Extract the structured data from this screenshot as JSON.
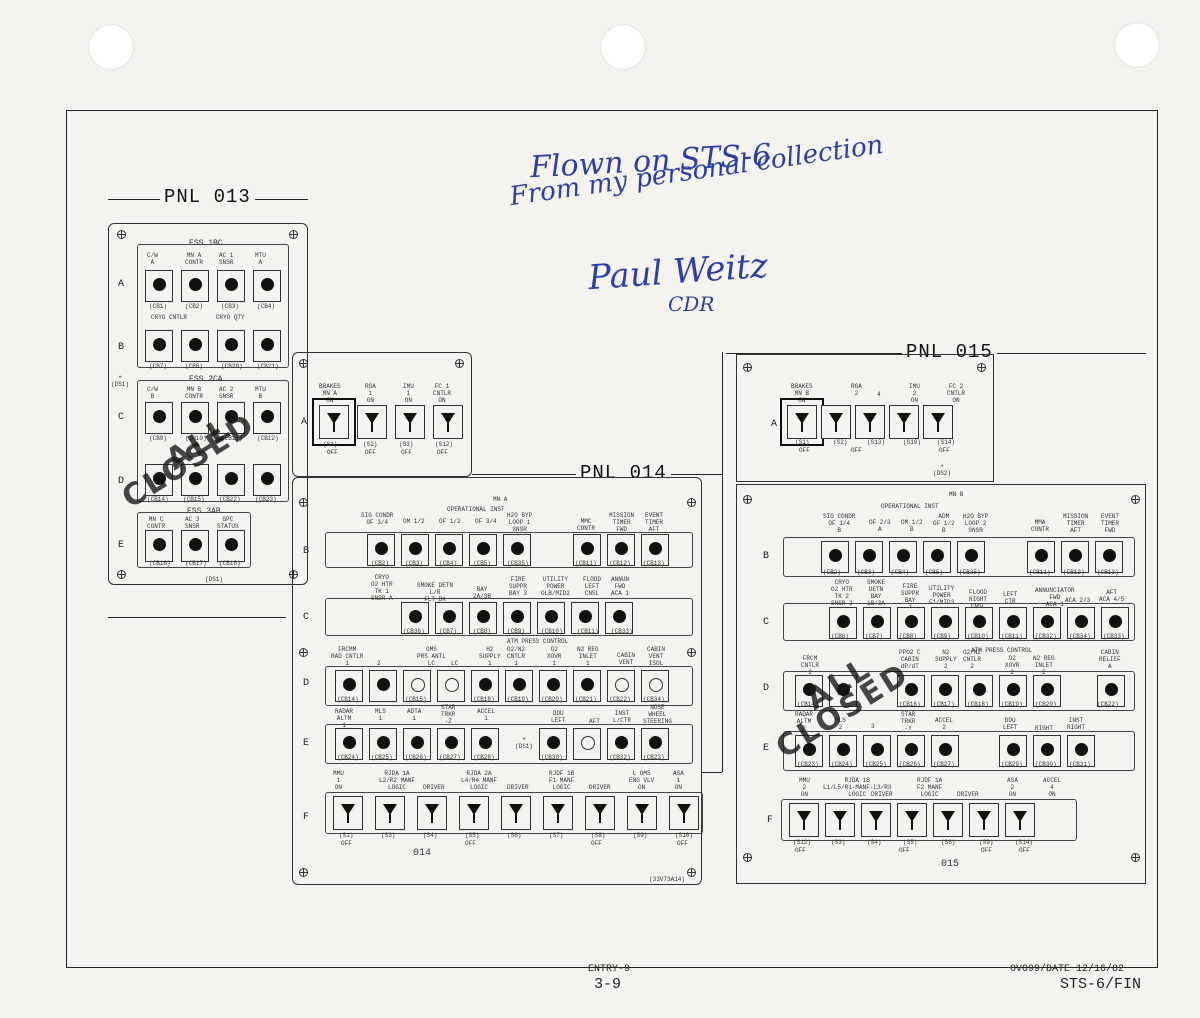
{
  "document": {
    "footer_center_top": "ENTRY-9",
    "footer_center_bottom": "3-9",
    "footer_right_top": "OV099/DATE 12/16/82",
    "footer_right_bottom": "STS-6/FIN"
  },
  "inscription": {
    "line1": "Flown on STS-6",
    "line2": "From my personal collection",
    "signature": "Paul Weitz",
    "title": "CDR",
    "ink_color": "#2d3fa6"
  },
  "stamps": {
    "left_line1": "ALL",
    "left_line2": "CLOSED",
    "right_line1": "ALL",
    "right_line2": "CLOSED"
  },
  "panel013": {
    "title": "PNL 013",
    "groups": {
      "ess1bc": "ESS 1BC",
      "ess2ca": "ESS 2CA",
      "ess3ab": "ESS 3AB"
    },
    "rows": [
      "A",
      "B",
      "C",
      "D",
      "E"
    ],
    "row_a_labels": [
      "C/W\nA",
      "MN A\nCONTR",
      "AC 1\nSNSR",
      "MTU\nA"
    ],
    "row_a_ids": [
      "(CB1)",
      "(CB2)",
      "(CB3)",
      "(CB4)"
    ],
    "row_b_header": "CRYO CNTLR        CRYO QTY",
    "row_b_ids": [
      "(CB7)",
      "(CB8)",
      "(CB20)",
      "(CB21)"
    ],
    "row_c_labels": [
      "C/W\nB",
      "MN B\nCONTR",
      "AC 2\nSNSR",
      "MTU\nB"
    ],
    "row_c_ids": [
      "(CB9)",
      "(CB10)",
      "(CB11)",
      "(CB12)"
    ],
    "row_d_ids": [
      "(CB14)",
      "(CB15)",
      "(CB22)",
      "(CB23)"
    ],
    "row_e_labels": [
      "MN C\nCONTR",
      "AC 3\nSNSR",
      "GPC\nSTATUS"
    ],
    "row_e_ids": [
      "(CB16)",
      "(CB17)",
      "(CB18)"
    ],
    "bottom_id": "(DS1)",
    "plus_label": "+\n(DS1)"
  },
  "panel014": {
    "title": "PNL 014",
    "top_labels": [
      "BRAKES\nMN A\nON",
      "RGA\n1\nON",
      "IMU\n1\nON",
      "FC 1\nCNTLR\nON"
    ],
    "top_ids": [
      "(S1)",
      "(S2)",
      "(S3)",
      "(S12)"
    ],
    "top_off": "OFF",
    "row_a": "A",
    "mn_label": "MN A",
    "op_inst": "OPERATIONAL INST",
    "rows": [
      "B",
      "C",
      "D",
      "E",
      "F"
    ],
    "row_b_labels": [
      "SIG CONDR\nOF 3/4",
      "OM 1/2",
      "OF 1/2",
      "OF 3/4",
      "H2O BYP\nLOOP 1\nSNSR",
      "MMC\nCONTR",
      "MISSION\nTIMER\nFWD",
      "EVENT\nTIMER\nAFT"
    ],
    "row_b_ids": [
      "(CB2)",
      "(CB3)",
      "(CB4)",
      "(CB5)",
      "(CB35)",
      "(CB11)",
      "(CB12)",
      "(CB13)"
    ],
    "row_c_labels": [
      "CRYO\nO2 HTR\nTK 1\nSNSR A",
      "SMOKE DETN\nL/R\nFLT DK",
      "BAY\n2A/3B",
      "FIRE\nSUPPR\nBAY 3",
      "UTILITY\nPOWER\nOLB/MID2",
      "FLOOD\nLEFT\nCNSL",
      "ANNUN\nFWD\nACA 1"
    ],
    "row_c_ids": [
      "(CB36)",
      "(CB7)",
      "(CB8)",
      "(CB9)",
      "(CB10)",
      "(CB11)",
      "(CB33)"
    ],
    "row_d_header": "ATM PRESS CONTROL",
    "row_d_labels": [
      "FRCMM\nRAD CNTLR\n1",
      "2",
      "OMS\nPRS ANTL\nLC",
      "LC",
      "H2\nSUPPLY\n1",
      "O2/N2\nCNTLR\n1",
      "O2\nXOVR\n1",
      "N2 REG\nINLET\n1",
      "CABIN\nVENT",
      "CABIN\nVENT\nISOL"
    ],
    "row_d_ids": [
      "(CB14)",
      "",
      "(CB15)",
      "",
      "(CB18)",
      "(CB19)",
      "(CB20)",
      "(CB21)",
      "(CB22)",
      "(CB34)"
    ],
    "row_e_labels": [
      "RADAR\nALTM\n1",
      "MLS\n1",
      "ADTA\n1",
      "STAR\nTRKR\n-Z",
      "ACCEL\n1",
      "DDU\nLEFT",
      "AFT",
      "INST\nL/CTR",
      "NOSE\nWHEEL\nSTEERING"
    ],
    "row_e_ids": [
      "(CB24)",
      "(CB25)",
      "(CB26)",
      "(CB27)",
      "(CB28)",
      "(CB30)",
      "",
      "(CB32)",
      "(CB23)"
    ],
    "row_f_labels": [
      "MMU\n1\nON",
      "RJDA 1A\nL2/R2 MANF\nLOGIC",
      "DRIVER",
      "RJDA 2A\nL4/R4 MANF\nLOGIC",
      "DRIVER",
      "RJDF 1B\nF1 MANF\nLOGIC",
      "DRIVER",
      "L OMS\nENG VLV\nON",
      "ASA\n1\nON"
    ],
    "row_f_ids": [
      "(S1)",
      "(S3)",
      "(S4)",
      "(S5)",
      "(S6)",
      "(S7)",
      "(S8)",
      "(S9)",
      "(S10)"
    ],
    "bottom_label": "014",
    "bottom_id": "(33V73A14)",
    "off": "OFF"
  },
  "panel015": {
    "title": "PNL 015",
    "top_labels": [
      "BRAKES\nMN B\nON",
      "RGA\n2",
      "4",
      "IMU\n2\nON",
      "FC 2\nCNTLR\nON"
    ],
    "top_ids": [
      "(S1)",
      "(S2)",
      "(S13)",
      "(S10)",
      "(S14)"
    ],
    "row_a": "A",
    "plus_label": "+\n(DS2)",
    "mn_label": "MN B",
    "op_inst": "OPERATIONAL INST",
    "rows": [
      "B",
      "C",
      "D",
      "E",
      "F"
    ],
    "row_b_labels": [
      "SIG CONDR\nOF 1/4\nB",
      "OF 2/3\nA",
      "OM 1/2\nB",
      "ADM\nOF 1/2\nB",
      "H2O BYP\nLOOP 2\nSNSR",
      "MMA\nCONTR",
      "MISSION\nTIMER\nAFT",
      "EVENT\nTIMER\nFWD"
    ],
    "row_b_ids": [
      "(CB2)",
      "(CB3)",
      "(CB4)",
      "(CB5)",
      "(CB35)",
      "(CB11)",
      "(CB12)",
      "(CB13)"
    ],
    "row_c_labels": [
      "CRYO\nO2 HTR\nTK 2\nSNSR 2",
      "SMOKE\nDETN\nBAY\n1B/3A",
      "FIRE\nSUPPR\nBAY\n2",
      "UTILITY\nPOWER\nF1/MID3",
      "FLOOD\nRIGHT\nCNSL",
      "LEFT\nCTR",
      "ANNUNCIATOR\nFWD\nACA 1",
      "ACA 2/3",
      "AFT\nACA 4/5"
    ],
    "row_c_ids": [
      "(CB6)",
      "(CB7)",
      "(CB8)",
      "(CB9)",
      "(CB10)",
      "(CB11)",
      "(CB32)",
      "(CB34)",
      "(CB33)"
    ],
    "row_d_header": "ATM PRESS CONTROL",
    "row_d_labels": [
      "FRCM\nCNTLR\n2",
      "PPO2 C\nCABIN\ndP/dT",
      "N2\nSUPPLY\n2",
      "O2/N2\nCNTLR\n2",
      "O2\nXOVR\n2",
      "N2 REG\nINLET\n2",
      "CABIN\nRELIEF\nA"
    ],
    "row_d_ids": [
      "(CB14)",
      "(CB16)",
      "(CB17)",
      "(CB18)",
      "(CB19)",
      "(CB20)",
      "(CB22)"
    ],
    "row_e_labels": [
      "RADAR\nALTM\n2",
      "MLS\n2",
      "3",
      "STAR\nTRKR\n-Y",
      "ACCEL\n2",
      "DDU\nLEFT",
      "RIGHT",
      "INST\nRIGHT"
    ],
    "row_e_ids": [
      "(CB23)",
      "(CB24)",
      "(CB25)",
      "(CB26)",
      "(CB27)",
      "(CB29)",
      "(CB30)",
      "(CB31)"
    ],
    "row_f_labels": [
      "MMU\n2\nON",
      "RJDA 1B\nL1/L5/R1-MANF-L3/R3\nLOGIC",
      "DRIVER",
      "RJDF 1A\nF2 MANF\nLOGIC",
      "DRIVER",
      "ASA\n2\nON",
      "ACCEL\n4\nON"
    ],
    "row_f_ids": [
      "(S12)",
      "(S3)",
      "(S4)",
      "(S5)",
      "(S6)",
      "(S9)",
      "(S14)"
    ],
    "bottom_label": "015",
    "off": "OFF"
  }
}
